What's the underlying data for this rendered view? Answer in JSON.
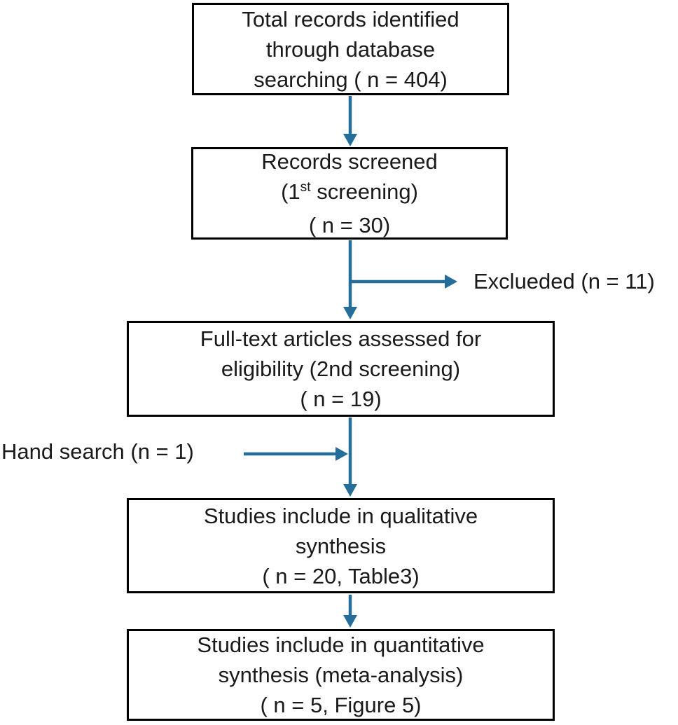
{
  "colors": {
    "arrow": "#246e99",
    "box_border": "#000000",
    "text": "#1a1a1a",
    "background": "#ffffff"
  },
  "boxes": {
    "identified": {
      "line1": "Total records identified",
      "line2": "through database",
      "line3": "searching ( n = 404)"
    },
    "screened": {
      "line1": "Records screened",
      "line2_pre": "(1",
      "line2_sup": "st",
      "line2_post": " screening)",
      "line3": "( n = 30)"
    },
    "fulltext": {
      "line1": "Full-text articles assessed for",
      "line2": "eligibility (2nd screening)",
      "line3": "( n = 19)"
    },
    "qualitative": {
      "line1": "Studies include in qualitative",
      "line2": "synthesis",
      "line3": "( n = 20, Table3)"
    },
    "quantitative": {
      "line1": "Studies include in quantitative",
      "line2": "synthesis (meta-analysis)",
      "line3": "( n = 5, Figure 5)"
    }
  },
  "labels": {
    "excluded": "Exclueded (n = 11)",
    "hand_search": "Hand search (n = 1)"
  }
}
